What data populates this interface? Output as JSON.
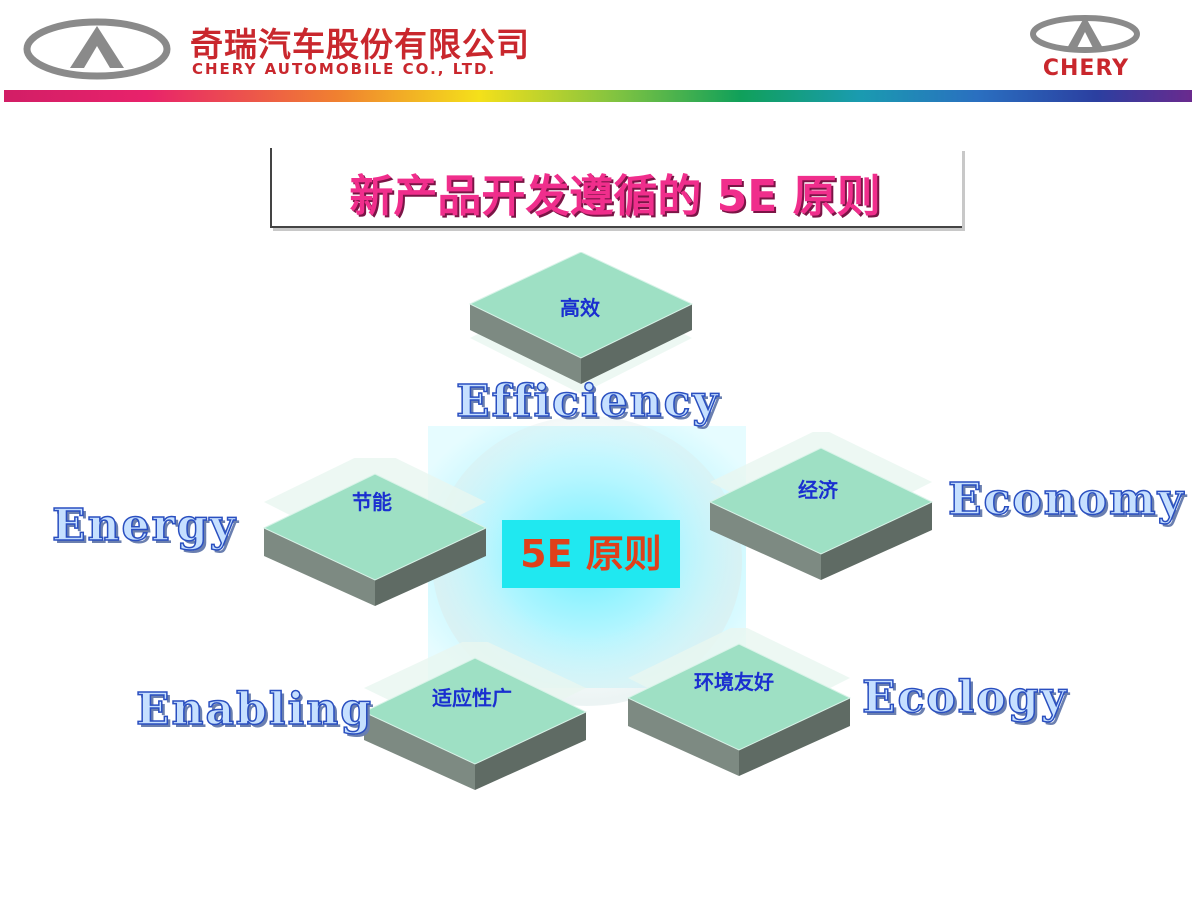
{
  "header": {
    "company_cn": "奇瑞汽车股份有限公司",
    "company_en": "CHERY AUTOMOBILE CO., LTD.",
    "brand": "CHERY",
    "brand_color": "#c9272d"
  },
  "title": "新产品开发遵循的 5E 原则",
  "center": {
    "label": "5E 原则"
  },
  "principles": [
    {
      "cn": "高效",
      "en": "Efficiency"
    },
    {
      "cn": "节能",
      "en": "Energy"
    },
    {
      "cn": "经济",
      "en": "Economy"
    },
    {
      "cn": "适应性广",
      "en": "Enabling"
    },
    {
      "cn": "环境友好",
      "en": "Ecology"
    }
  ],
  "colors": {
    "title": "#f02e8c",
    "node_text": "#1a2fd0",
    "center_text": "#e0401a",
    "center_bg": "#20e8f0",
    "block_top": "#8fd9b8",
    "block_side": "#6f7d74"
  }
}
